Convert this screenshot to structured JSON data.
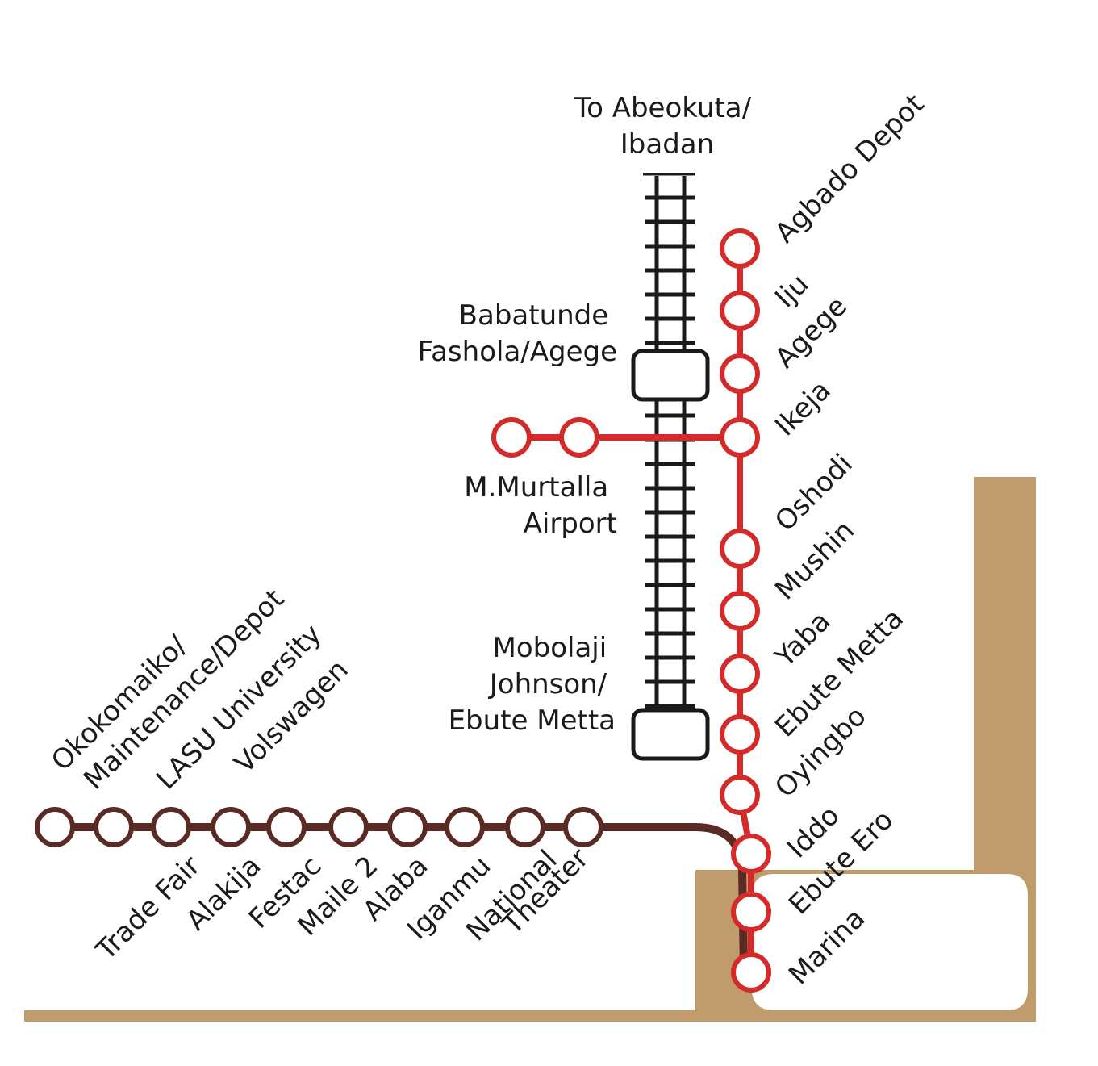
{
  "colors": {
    "red_line": "#d42a2a",
    "blue_line": "#5a2a24",
    "rail": "#1a1a1a",
    "water": "#c09c6c",
    "background": "#ffffff"
  },
  "rail_line": {
    "terminus_label": [
      "To Abeokuta/",
      "Ibadan"
    ],
    "stations": [
      {
        "label": [
          "Babatunde",
          "Fashola/Agege"
        ]
      },
      {
        "label": [
          "Mobolaji",
          "Johnson/",
          "Ebute Metta"
        ]
      }
    ]
  },
  "red_line": {
    "stations": [
      "Agbado Depot",
      "Iju",
      "Agege",
      "Ikeja",
      "Oshodi",
      "Mushin",
      "Yaba",
      "Ebute Metta",
      "Oyingbo",
      "Iddo",
      "Ebute Ero",
      "Marina"
    ],
    "airport_branch_label": [
      "M.Murtalla",
      "Airport"
    ]
  },
  "blue_line": {
    "stations_top": [
      "Okokomaiko/",
      "Maintenance/Depot",
      "LASU University",
      "Volswagen"
    ],
    "stations_bottom": [
      "Trade Fair",
      "Alakija",
      "Festac",
      "Maile 2",
      "Alaba",
      "Iganmu"
    ],
    "national_theater": [
      "National",
      "Theater"
    ]
  }
}
